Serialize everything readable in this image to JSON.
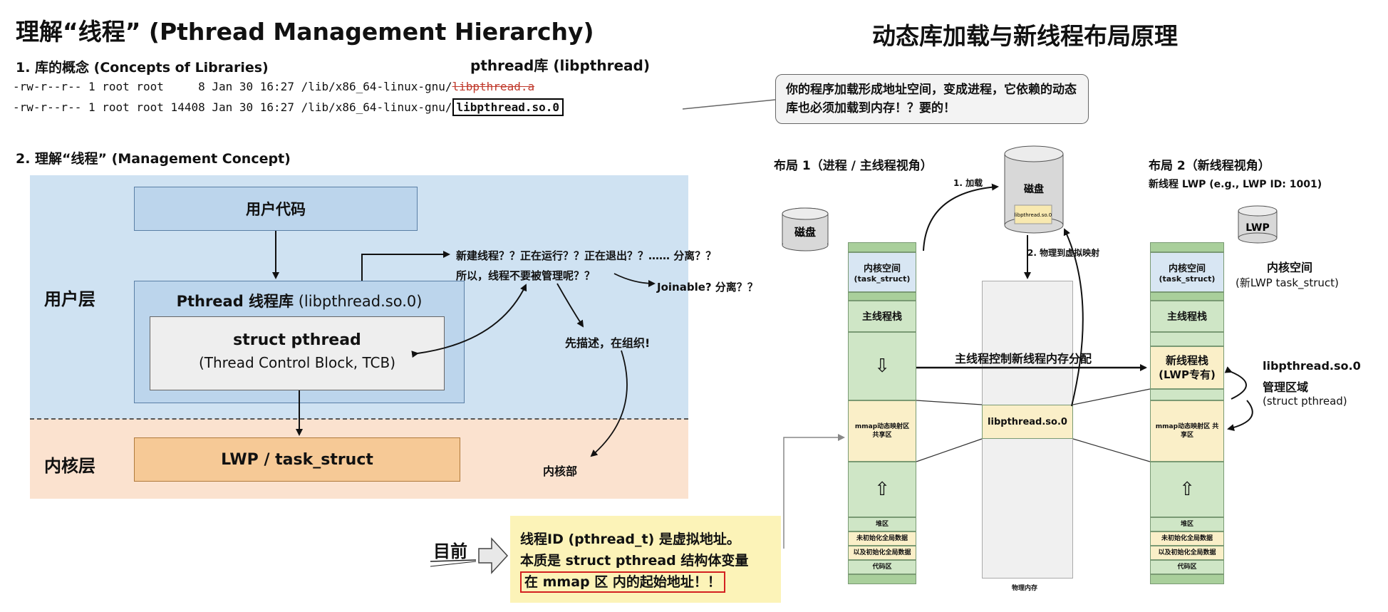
{
  "left": {
    "title": "理解“线程” (Pthread Management Hierarchy)",
    "sec1": "1.  库的概念  (Concepts of Libraries)",
    "lib_header": "pthread库 (libpthread)",
    "ls_line1_prefix": "-rw-r--r-- 1 root root     8 Jan 30 16:27 /lib/x86_64-linux-gnu/",
    "ls_line1_file": "libpthread.a",
    "ls_line2_prefix": "-rw-r--r-- 1 root root 14408 Jan 30 16:27 /lib/x86_64-linux-gnu/",
    "ls_line2_file": "libpthread.so.0",
    "callout": "你的程序加载形成地址空间，变成进程，它依赖的动态库也必须加载到内存！？要的！",
    "sec2": "2.  理解“线程” (Management Concept)",
    "user_layer": "用户层",
    "kernel_layer": "内核层",
    "user_code": "用户代码",
    "pthread_lib_bold": "Pthread 线程库",
    "pthread_lib_normal": " (libpthread.so.0)",
    "struct_title": "struct pthread",
    "struct_sub": "(Thread Control Block, TCB)",
    "lwp_box": "LWP / task_struct",
    "q_line1": "新建线程？？正在运行？？正在退出？？……  分离？？",
    "q_line2": "所以，线程不要被管理呢？？",
    "q_joinable": "Joinable? 分离？？",
    "describe": "先描述，在组织!",
    "kernel_part": "内核部",
    "current": "目前",
    "note_line1": "线程ID (pthread_t) 是虚拟地址。",
    "note_line2": "本质是 struct pthread 结构体变量",
    "note_line3": "在 mmap 区 内的起始地址！！"
  },
  "right": {
    "title": "动态库加载与新线程布局原理",
    "layout1": "布局 1（进程 / 主线程视角）",
    "layout2": "布局 2（新线程视角）",
    "layout2_sub": "新线程 LWP (e.g., LWP ID: 1001)",
    "disk_small": "磁盘",
    "disk_big": "磁盘",
    "disk_file": "libpthread.so.0",
    "lwp_cyl": "LWP",
    "step1": "1. 加载",
    "step2": "2. 物理到虚拟映射",
    "kernel_space": "内核空间",
    "kernel_space_sub": "(task_struct)",
    "main_stack": "主线程栈",
    "mmap_area": "mmap动态映射区 共享区",
    "heap": "堆区",
    "uninit": "未初始化全局数据",
    "init": "以及初始化全局数据",
    "code": "代码区",
    "phys_lib": "libpthread.so.0",
    "phys_mem": "物理内存",
    "arrow_label": "主线程控制新线程内存分配",
    "new_stack1": "新线程栈",
    "new_stack2": "(LWP专有)",
    "right_kernel": "内核空间",
    "right_kernel_sub": "(新LWP task_struct)",
    "mgmt1": "libpthread.so.0",
    "mgmt2": "管理区域",
    "mgmt3": "(struct pthread)"
  },
  "colors": {
    "user_bg": "#cfe2f2",
    "kernel_bg": "#fbe2cf",
    "lib_box": "#bcd5ec",
    "lwp_box": "#f6c996",
    "note_bg": "#fcf3b8",
    "note_red": "#d32020"
  }
}
